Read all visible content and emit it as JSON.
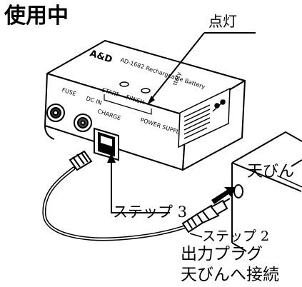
{
  "title": "使用中",
  "callouts": {
    "lit": "点灯",
    "step3": "ステップ 3",
    "step2": "ステップ 2",
    "balance": "天びん",
    "output_plug_line1": "出力プラグ",
    "output_plug_line2": "天びんへ接続"
  },
  "device": {
    "brand": "A&D",
    "model": "AD-1682 Rechargeable Battery",
    "start_label": "START",
    "finish_label": "FINISH",
    "fuse_label": "FUSE",
    "dcin_label": "DC IN",
    "charge_label": "CHARGE",
    "power_supply_label": "POWER SUPPLY"
  },
  "icons": {
    "arrow": "insert-arrow-icon",
    "switch": "power-switch-icon"
  }
}
